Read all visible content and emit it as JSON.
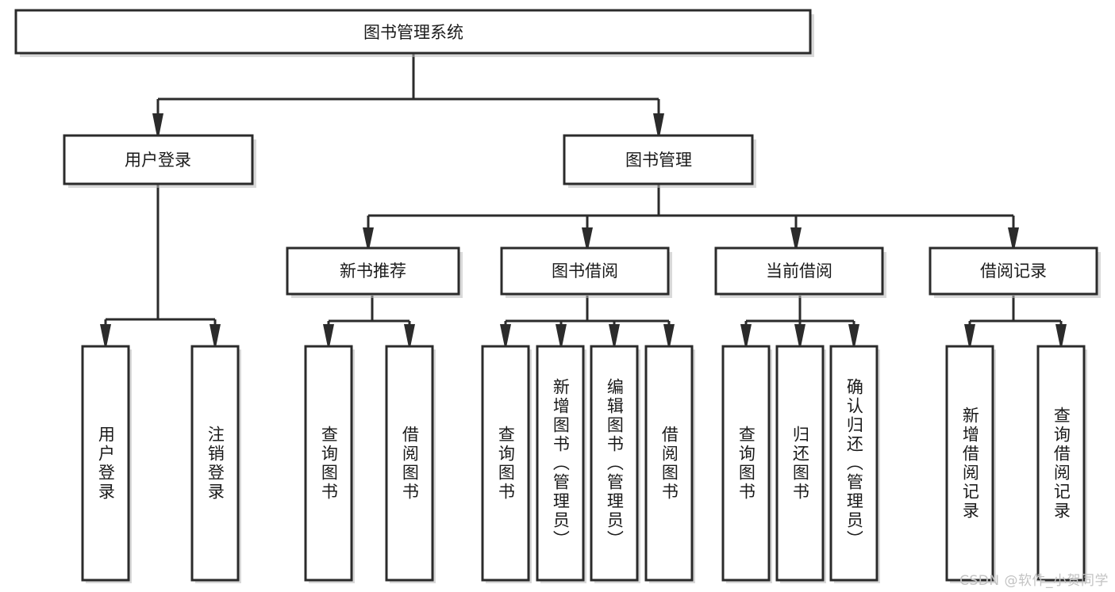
{
  "diagram": {
    "title": "图书管理系统",
    "type": "hierarchy-tree",
    "orientation": "top-down",
    "root": {
      "id": "root",
      "label": "图书管理系统"
    },
    "tier2": [
      {
        "id": "user-login",
        "label": "用户登录"
      },
      {
        "id": "book-manage",
        "label": "图书管理"
      }
    ],
    "tier3": [
      {
        "id": "new-book-rec",
        "label": "新书推荐",
        "parent": "book-manage"
      },
      {
        "id": "book-borrow",
        "label": "图书借阅",
        "parent": "book-manage"
      },
      {
        "id": "current-borrow",
        "label": "当前借阅",
        "parent": "book-manage"
      },
      {
        "id": "borrow-record",
        "label": "借阅记录",
        "parent": "book-manage"
      }
    ],
    "leaves": [
      {
        "id": "leaf-user-login",
        "label": "用户登录",
        "parent": "user-login"
      },
      {
        "id": "leaf-logout",
        "label": "注销登录",
        "parent": "user-login"
      },
      {
        "id": "leaf-query-book-1",
        "label": "查询图书",
        "parent": "new-book-rec"
      },
      {
        "id": "leaf-borrow-book-1",
        "label": "借阅图书",
        "parent": "new-book-rec"
      },
      {
        "id": "leaf-query-book-2",
        "label": "查询图书",
        "parent": "book-borrow"
      },
      {
        "id": "leaf-add-book",
        "label": "新增图书（管理员）",
        "parent": "book-borrow"
      },
      {
        "id": "leaf-edit-book",
        "label": "编辑图书（管理员）",
        "parent": "book-borrow"
      },
      {
        "id": "leaf-borrow-book-2",
        "label": "借阅图书",
        "parent": "book-borrow"
      },
      {
        "id": "leaf-query-book-3",
        "label": "查询图书",
        "parent": "current-borrow"
      },
      {
        "id": "leaf-return-book",
        "label": "归还图书",
        "parent": "current-borrow"
      },
      {
        "id": "leaf-confirm-return",
        "label": "确认归还（管理员）",
        "parent": "current-borrow"
      },
      {
        "id": "leaf-add-record",
        "label": "新增借阅记录",
        "parent": "borrow-record"
      },
      {
        "id": "leaf-query-record",
        "label": "查询借阅记录",
        "parent": "borrow-record"
      }
    ]
  },
  "watermark": {
    "text": "CSDN @软件_小贺同学"
  },
  "colors": {
    "node_stroke": "#2b2b2b",
    "node_fill": "#ffffff",
    "edge": "#2b2b2b",
    "text": "#1a1a1a",
    "watermark": "#c3c3c3",
    "background": "#ffffff"
  }
}
